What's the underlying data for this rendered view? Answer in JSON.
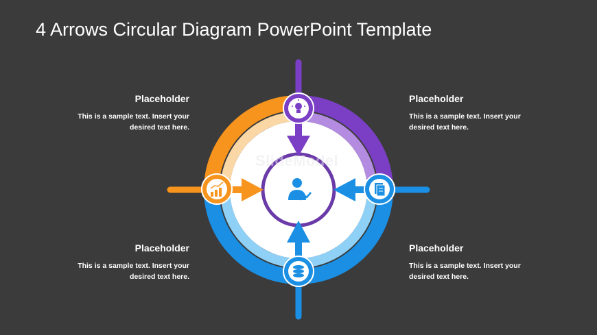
{
  "slide": {
    "title": "4 Arrows Circular Diagram PowerPoint Template"
  },
  "watermark": "SlideModel",
  "blocks": [
    {
      "id": "top-left",
      "heading": "Placeholder",
      "text_line1": "This is a sample text. Insert your",
      "text_line2": "desired text here."
    },
    {
      "id": "top-right",
      "heading": "Placeholder",
      "text_line1": "This is a sample text. Insert your",
      "text_line2": "desired text here."
    },
    {
      "id": "bottom-left",
      "heading": "Placeholder",
      "text_line1": "This is a sample text. Insert your",
      "text_line2": "desired text here."
    },
    {
      "id": "bottom-right",
      "heading": "Placeholder",
      "text_line1": "This is a sample text. Insert your",
      "text_line2": "desired text here."
    }
  ],
  "icons": {
    "top": "lightbulb-icon",
    "right": "document-icon",
    "bottom": "coins-icon",
    "left": "growth-chart-icon",
    "center": "business-person-icon"
  },
  "colors": {
    "background": "#3b3b3b",
    "purple": "#7a3fc4",
    "purple_light": "#a97fdc",
    "orange": "#f7941d",
    "blue": "#1a8fe3",
    "blue_light": "#6ec1f5",
    "center_ring": "#6a3aa8"
  }
}
